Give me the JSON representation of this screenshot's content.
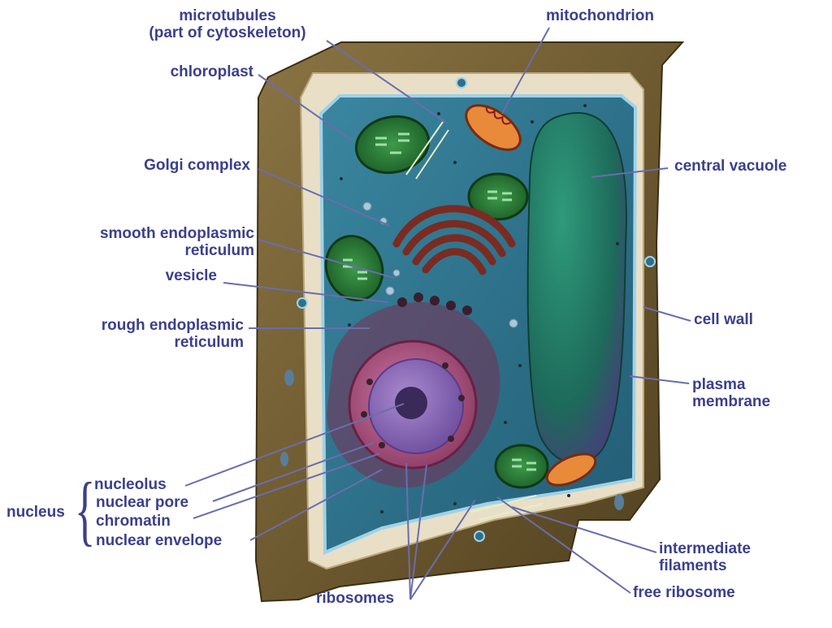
{
  "colors": {
    "label": "#3c3f8c",
    "leader": "#6a6dab",
    "cell_wall": "#6e5a30",
    "cytoplasm": "#2e6f8a",
    "vacuole": "#1f7a63",
    "nucleus": "#b0557f",
    "chloroplast": "#1f6a2c",
    "golgi": "#7a2b22"
  },
  "labels": {
    "microtubules": [
      "microtubules",
      "(part of cytoskeleton)"
    ],
    "chloroplast": "chloroplast",
    "golgi_complex": "Golgi complex",
    "smooth_er": [
      "smooth endoplasmic",
      "reticulum"
    ],
    "vesicle": "vesicle",
    "rough_er": [
      "rough endoplasmic",
      "reticulum"
    ],
    "nucleus": "nucleus",
    "nucleolus": "nucleolus",
    "nuclear_pore": "nuclear pore",
    "chromatin": "chromatin",
    "nuclear_envelope": "nuclear envelope",
    "ribosomes": "ribosomes",
    "mitochondrion": "mitochondrion",
    "central_vacuole": "central vacuole",
    "cell_wall": "cell wall",
    "plasma_membrane": [
      "plasma",
      "membrane"
    ],
    "intermediate_filaments": [
      "intermediate",
      "filaments"
    ],
    "free_ribosome": "free ribosome"
  }
}
